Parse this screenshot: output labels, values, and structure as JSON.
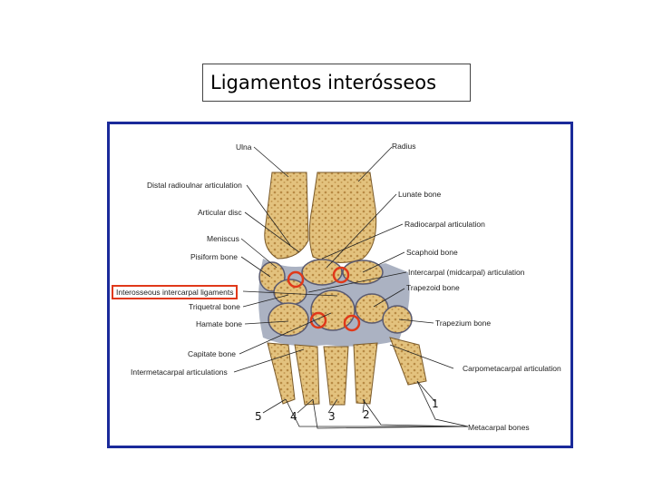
{
  "title": "Ligamentos interósseos",
  "labels": {
    "ulna": "Ulna",
    "radius": "Radius",
    "distal_radioulnar": "Distal radioulnar articulation",
    "lunate": "Lunate bone",
    "articular_disc": "Articular disc",
    "radiocarpal": "Radiocarpal articulation",
    "meniscus": "Meniscus",
    "scaphoid": "Scaphoid bone",
    "pisiform": "Pisiform bone",
    "intercarpal": "Intercarpal (midcarpal) articulation",
    "interosseous": "Interosseous intercarpal ligaments",
    "trapezoid": "Trapezoid bone",
    "triquetral": "Triquetral bone",
    "trapezium": "Trapezium bone",
    "hamate": "Hamate bone",
    "capitate": "Capitate bone",
    "carpometacarpal": "Carpometacarpal articulation",
    "intermetacarpal": "Intermetacarpal articulations",
    "metacarpal": "Metacarpal bones"
  },
  "numbers": [
    "5",
    "4",
    "3",
    "2",
    "1"
  ],
  "colors": {
    "panel_border": "#1a2a9a",
    "highlight": "#e0391a",
    "bone": "#e3c27e",
    "bone_spongy": "#c9a25a",
    "cartilage": "#8f98ad"
  }
}
